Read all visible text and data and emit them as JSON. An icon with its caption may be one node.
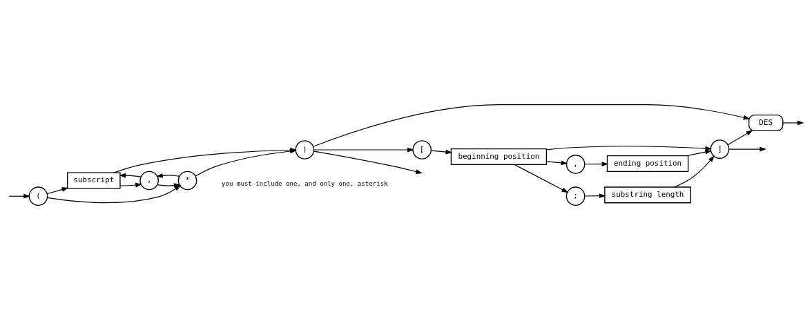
{
  "diagram": {
    "nodes": [
      {
        "text": [
          "("
        ]
      },
      {
        "text": [
          ","
        ]
      },
      {
        "text": [
          "subscript"
        ]
      },
      {
        "text": [
          "*"
        ]
      },
      {
        "text": [
          ")"
        ]
      },
      {
        "text": [
          "DES"
        ]
      },
      {
        "text": [
          "["
        ]
      },
      {
        "text": [
          "beginning position"
        ]
      },
      {
        "text": [
          ","
        ]
      },
      {
        "text": [
          "ending position"
        ]
      },
      {
        "text": [
          ";"
        ]
      },
      {
        "text": [
          "substring length"
        ]
      },
      {
        "text": [
          "]"
        ]
      }
    ],
    "edges": [
      {
        "from": null,
        "to": 0,
        "arrow": "to"
      },
      {
        "from": 0,
        "to": 2,
        "arrow": "to"
      },
      {
        "from": 0,
        "to": 3,
        "arrow": "to"
      },
      {
        "from": 2,
        "to": 1,
        "arrow": "to"
      },
      {
        "from": 3,
        "to": 1,
        "arrow": "to"
      },
      {
        "from": 1,
        "to": 2,
        "arrow": "to"
      },
      {
        "from": 1,
        "to": 3,
        "arrow": "to"
      },
      {
        "from": 2,
        "to": 4,
        "arrow": "to"
      },
      {
        "from": 3,
        "to": 4,
        "arrow": "to"
      },
      {
        "from": 4,
        "to": null,
        "arrow": "to"
      },
      {
        "from": 4,
        "to": 5,
        "arrow": "to"
      },
      {
        "from": 4,
        "to": 6,
        "arrow": "to"
      },
      {
        "from": 6,
        "to": 7,
        "arrow": "to"
      },
      {
        "from": 7,
        "to": 12,
        "arrow": "to"
      },
      {
        "from": 7,
        "to": 8,
        "arrow": "to"
      },
      {
        "from": 8,
        "to": 9,
        "arrow": "to"
      },
      {
        "from": 9,
        "to": 12,
        "arrow": "to"
      },
      {
        "from": 7,
        "to": 10,
        "arrow": "to"
      },
      {
        "from": 10,
        "to": 11,
        "arrow": "to"
      },
      {
        "from": 11,
        "to": 12,
        "arrow": "to"
      },
      {
        "from": 12,
        "to": 5,
        "arrow": "to"
      },
      {
        "from": 12,
        "to": null,
        "arrow": "to"
      },
      {
        "from": 5,
        "to": null,
        "arrow": "to"
      }
    ],
    "labels": [
      "you must include one, and only one, asterisk"
    ]
  }
}
